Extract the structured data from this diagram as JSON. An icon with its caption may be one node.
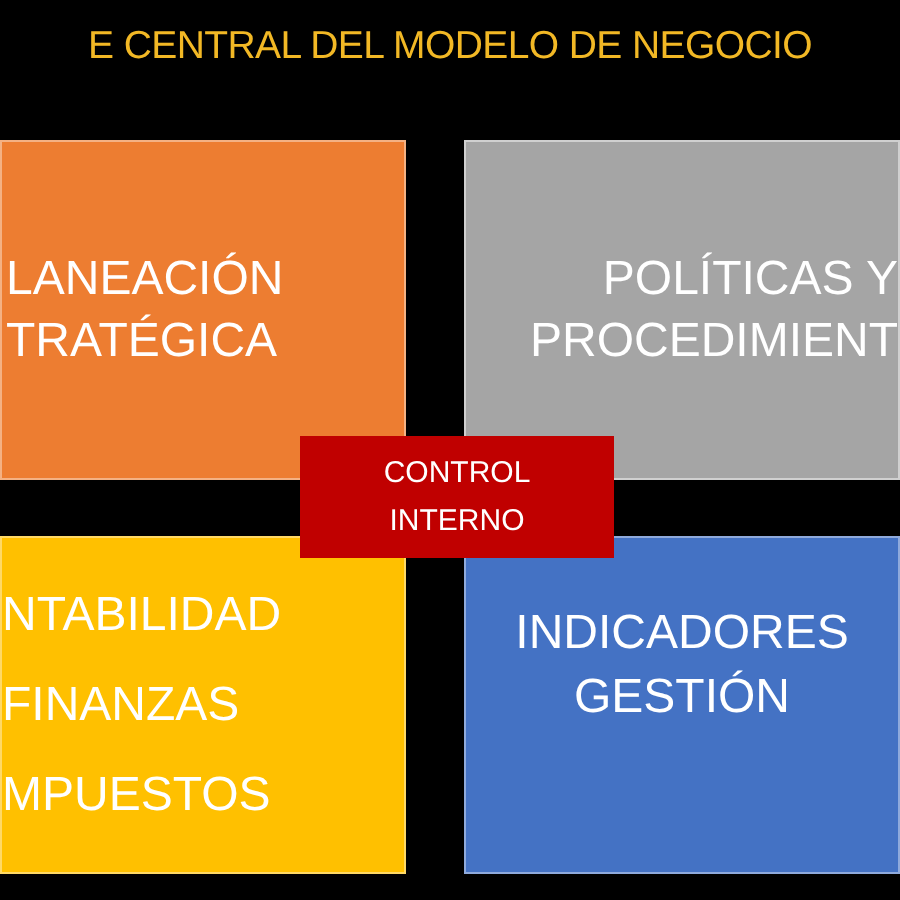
{
  "diagram": {
    "title": "E CENTRAL DEL MODELO DE NEGOCIO",
    "nodes": [
      {
        "text": [
          "LANEACIÓN TRATÉGICA"
        ]
      },
      {
        "text": [
          "POLÍTICAS Y PROCEDIMIENT"
        ]
      },
      {
        "text": [
          "NTABILIDAD",
          "FINANZAS",
          "MPUESTOS"
        ]
      },
      {
        "text": [
          "INDICADORES GESTIÓN"
        ]
      },
      {
        "text": [
          "CONTROL INTERNO"
        ]
      }
    ]
  }
}
